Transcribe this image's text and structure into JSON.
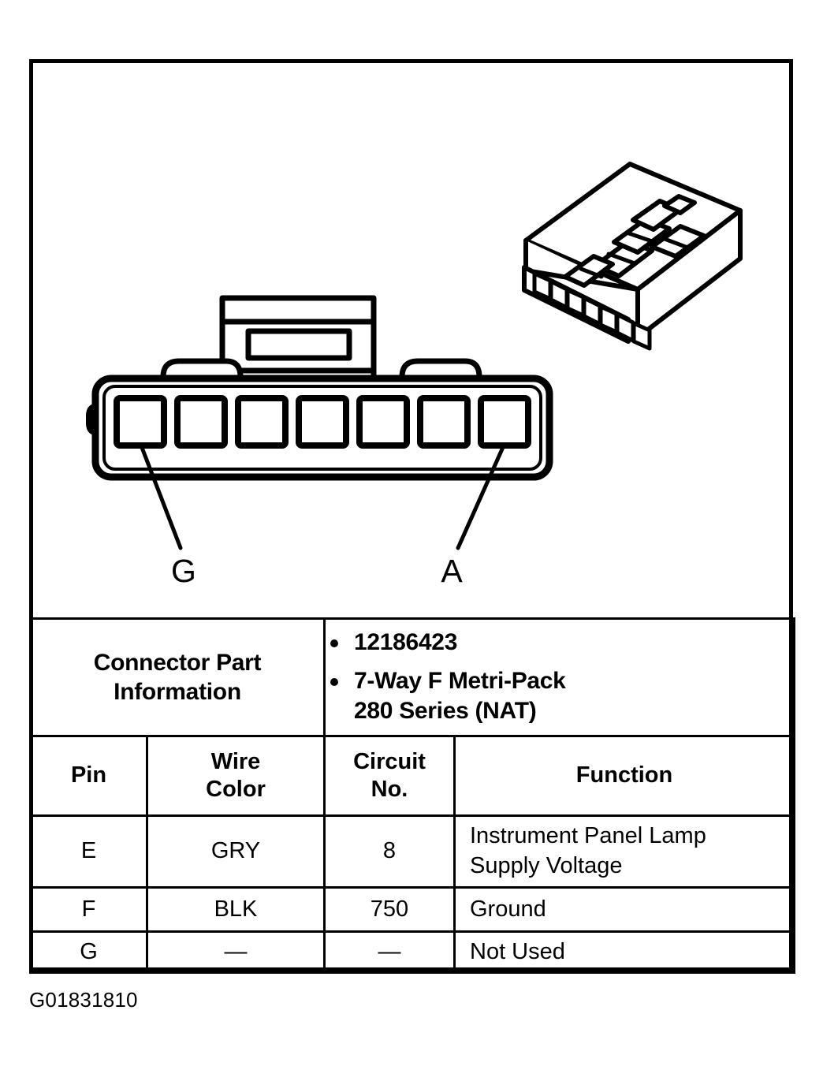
{
  "figure": {
    "caption": "G01831810",
    "callouts": [
      {
        "label": "G",
        "position": "left"
      },
      {
        "label": "A",
        "position": "right"
      }
    ],
    "cavity_count": 7
  },
  "table": {
    "part_info": {
      "label": "Connector Part Information",
      "label_line1": "Connector Part",
      "label_line2": "Information",
      "bullets": [
        "12186423",
        "7-Way F Metri-Pack 280 Series (NAT)"
      ],
      "bullet_lines": [
        [
          "12186423"
        ],
        [
          "7-Way F Metri-Pack",
          "280 Series (NAT)"
        ]
      ]
    },
    "headers": {
      "pin": "Pin",
      "wire_color": "Wire Color",
      "wire_color_line1": "Wire",
      "wire_color_line2": "Color",
      "circuit_no": "Circuit No.",
      "circuit_no_line1": "Circuit",
      "circuit_no_line2": "No.",
      "function": "Function"
    },
    "rows": [
      {
        "pin": "E",
        "wire_color": "GRY",
        "circuit_no": "8",
        "function": "Instrument Panel Lamp Supply Voltage",
        "function_line1": "Instrument Panel Lamp",
        "function_line2": "Supply Voltage"
      },
      {
        "pin": "F",
        "wire_color": "BLK",
        "circuit_no": "750",
        "function": "Ground",
        "function_line1": "Ground",
        "function_line2": ""
      },
      {
        "pin": "G",
        "wire_color": "—",
        "circuit_no": "—",
        "function": "Not Used",
        "function_line1": "Not Used",
        "function_line2": ""
      }
    ]
  },
  "colors": {
    "ink": "#000000",
    "paper": "#ffffff"
  }
}
